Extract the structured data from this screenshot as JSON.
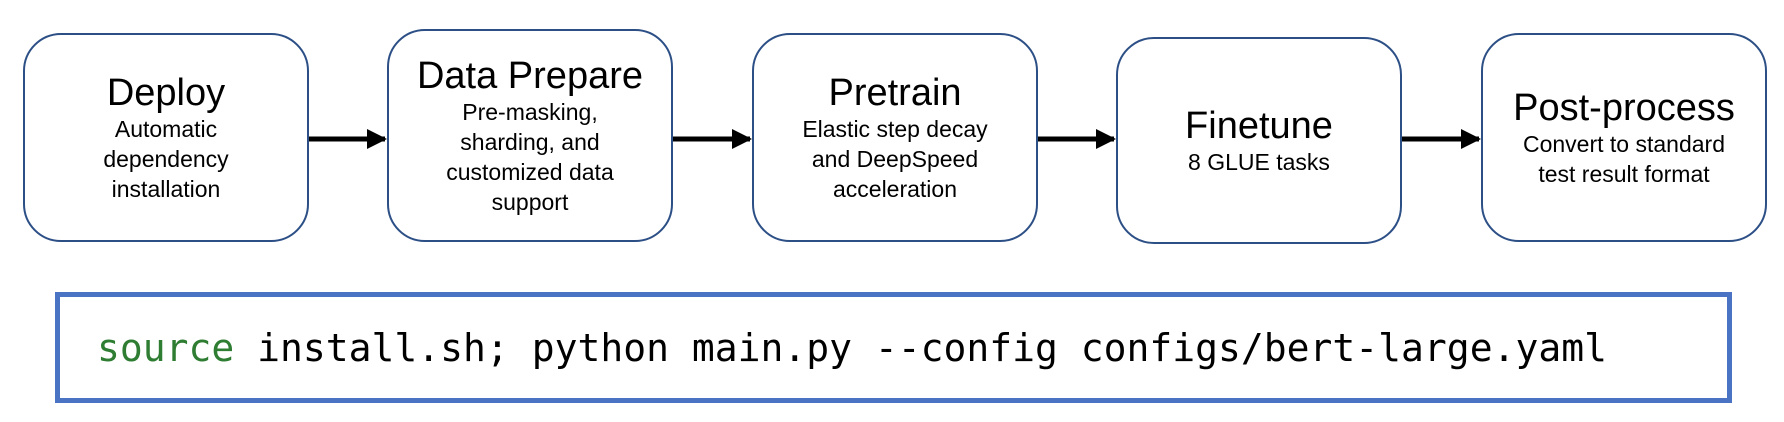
{
  "steps": [
    {
      "title": "Deploy",
      "description": "Automatic\ndependency\ninstallation"
    },
    {
      "title": "Data Prepare",
      "description": "Pre-masking,\nsharding, and\ncustomized data\nsupport"
    },
    {
      "title": "Pretrain",
      "description": "Elastic step decay\nand DeepSpeed\nacceleration"
    },
    {
      "title": "Finetune",
      "description": "8 GLUE tasks"
    },
    {
      "title": "Post-process",
      "description": "Convert to standard\ntest result format"
    }
  ],
  "command": {
    "keyword": "source",
    "rest": " install.sh; python main.py --config configs/bert-large.yaml"
  },
  "colors": {
    "box_border": "#2c4f86",
    "code_border": "#4a73c4",
    "keyword": "#2e7d32",
    "arrow": "#000000"
  }
}
